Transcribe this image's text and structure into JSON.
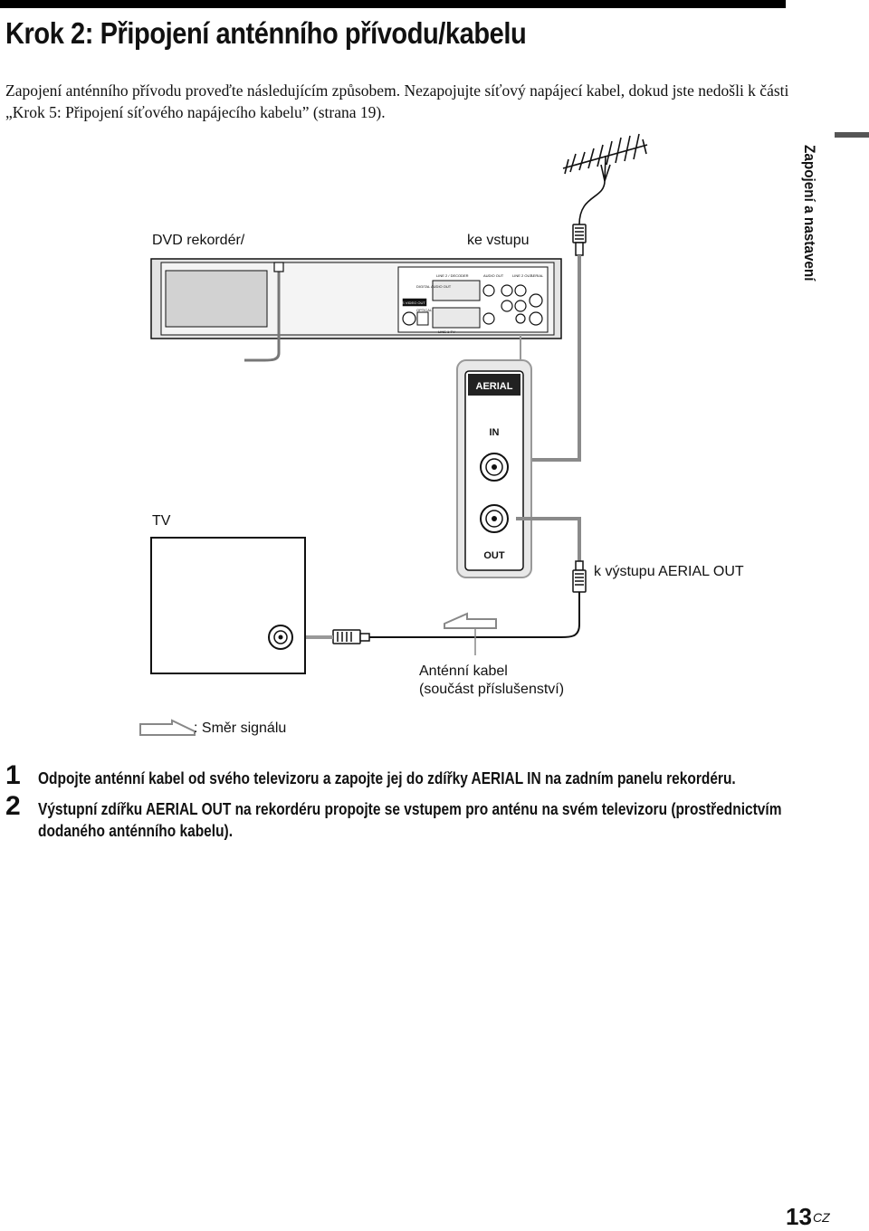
{
  "page": {
    "title": "Krok 2: Připojení anténního přívodu/kabelu",
    "intro": "Zapojení anténního přívodu proveďte následujícím způsobem. Nezapojujte síťový napájecí kabel, dokud jste nedošli k části „Krok 5: Připojení síťového napájecího kabelu” (strana 19).",
    "side_label": "Zapojení a nastavení",
    "page_number": "13",
    "page_suffix": "CZ"
  },
  "diagram": {
    "label_dvd": "DVD rekordér/",
    "label_ke_vstupu": "ke vstupu",
    "label_tv": "TV",
    "label_aerial_out": "k výstupu AERIAL OUT",
    "label_cable_line1": "Anténní kabel",
    "label_cable_line2": "(součást příslušenství)",
    "legend_signal": ": Směr signálu",
    "panel_title": "AERIAL",
    "panel_in": "IN",
    "panel_out": "OUT",
    "rear_labels": [
      "LINE 2 / DECODER",
      "AUDIO OUT",
      "LINE 2 OUT",
      "AERIAL",
      "S VIDEO OUT",
      "DIGITAL AUDIO OUT",
      "OPTICAL",
      "LINE 1-TV"
    ]
  },
  "steps": [
    {
      "number": "1",
      "text": "Odpojte anténní kabel od svého televizoru a zapojte jej do zdířky AERIAL IN na zadním panelu rekordéru."
    },
    {
      "number": "2",
      "text": "Výstupní zdířku AERIAL OUT na rekordéru propojte se vstupem pro anténu na svém televizoru (prostřednictvím dodaného anténního kabelu)."
    }
  ]
}
